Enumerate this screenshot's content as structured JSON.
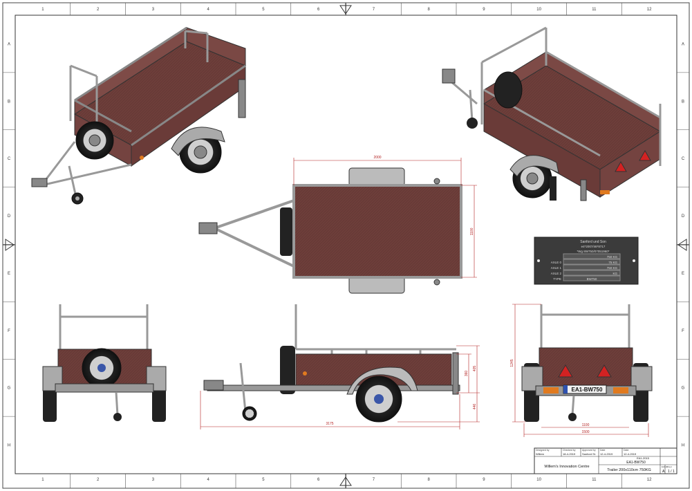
{
  "sheet": {
    "column_labels": [
      "1",
      "2",
      "3",
      "4",
      "5",
      "6",
      "7",
      "8",
      "9",
      "10",
      "11",
      "12"
    ],
    "row_labels": [
      "A",
      "B",
      "C",
      "D",
      "E",
      "F",
      "G",
      "H"
    ]
  },
  "dimensions": {
    "top_length": "2000",
    "top_width": "1100",
    "side_total_length": "3175",
    "side_box_height": "360",
    "side_upper_height": "405",
    "side_lower_height": "446",
    "rear_total_height": "1245",
    "rear_inner_width": "1100",
    "rear_total_width": "1500"
  },
  "license_plate": {
    "text": "EA1-BW750"
  },
  "type_plate": {
    "header": "Sanford und Son",
    "line1": "e4*2007/46*8717",
    "line2": "*Wg 8W750/07051960*",
    "row_labels": [
      "AXLE 0",
      "AXLE 1",
      "AXLE 2",
      "TYPE"
    ],
    "max_mass": "750 KG",
    "axle0_value": "75 KG",
    "axle1_value": "750 KG",
    "axle2_value": "KG",
    "type_value": "BW750"
  },
  "title_block": {
    "designed_by_label": "Designed by",
    "designed_by": "Willem",
    "checked_by_label": "Checked by",
    "checked_by": "18-4-2019",
    "approved_by_label": "Approved by",
    "approved_by": "Sanford St.",
    "date_label": "Date",
    "date_approved": "12-4-2019",
    "date2_label": "Date",
    "date": "12-4-2019",
    "date_small": "EA1-2015",
    "part_number": "EA1-BW750",
    "company": "Willem's Innovation Centre",
    "title": "Trailer 200x110cm 750KG",
    "edition_label": "Edition",
    "edition": "A",
    "sheet_label": "Sheet",
    "sheet": "1 / 1"
  },
  "colors": {
    "border": "#333333",
    "dimension": "#b32020",
    "floor": "#6d3e3a",
    "steel": "#9a9a9a",
    "tire": "#222222",
    "reflector_orange": "#e07a1f",
    "warning_red": "#d32222",
    "plate_bg": "#3b3b3b"
  }
}
